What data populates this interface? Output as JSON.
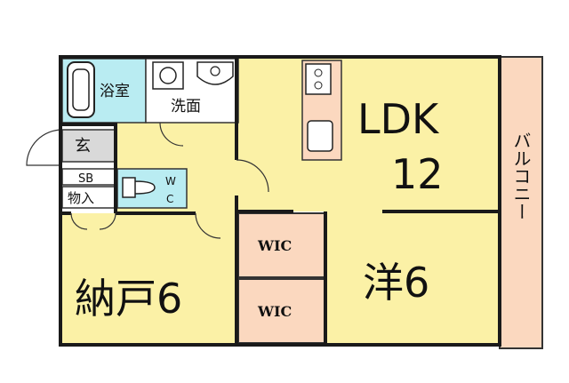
{
  "floor_plan": {
    "rooms": {
      "bath": {
        "label": "浴室",
        "fill": "#b9ecf2"
      },
      "washroom": {
        "label": "洗面",
        "fill": "#ffffff"
      },
      "entrance": {
        "label": "玄",
        "fill": "#d9d9d9"
      },
      "shoe_box": {
        "label": "SB",
        "fill": "#ffffff"
      },
      "storage_small": {
        "label": "物入",
        "fill": "#ffffff"
      },
      "toilet": {
        "label_top": "W",
        "label_bottom": "C",
        "fill": "#b9ecf2"
      },
      "ldk": {
        "label": "LDK",
        "size": "12",
        "fill": "#fbf1a6"
      },
      "balcony": {
        "label": "バルコニー",
        "fill": "#fbd8bf"
      },
      "storeroom": {
        "label": "納戸6",
        "fill": "#fbf1a6"
      },
      "western": {
        "label": "洋6",
        "fill": "#fbf1a6"
      },
      "wic_upper": {
        "label": "WIC",
        "fill": "#fbd8bf"
      },
      "wic_lower": {
        "label": "WIC",
        "fill": "#fbd8bf"
      },
      "hallway": {
        "fill": "#fbf1a6"
      }
    },
    "colors": {
      "wall": "#1a1a1a",
      "counter": "#fbd8bf"
    }
  }
}
